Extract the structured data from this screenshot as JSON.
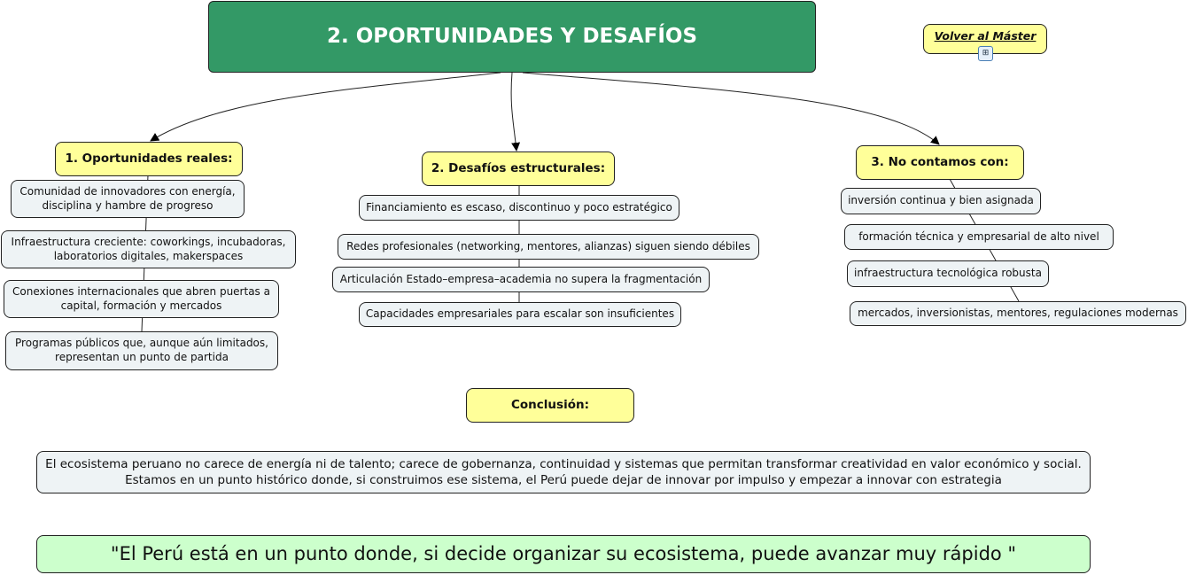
{
  "title": "2. OPORTUNIDADES Y DESAFÍOS",
  "volver": {
    "label": "Volver al Máster",
    "icon": "concept-map-icon"
  },
  "oportunidades": {
    "label": "1. Oportunidades reales:",
    "items": [
      "Comunidad de innovadores con energía, disciplina y hambre de progreso",
      "Infraestructura creciente: coworkings, incubadoras, laboratorios digitales, makerspaces",
      "Conexiones internacionales que abren puertas a capital, formación y mercados",
      "Programas públicos que, aunque aún limitados, representan un punto de partida"
    ]
  },
  "desafios": {
    "label": "2. Desafíos estructurales:",
    "items": [
      "Financiamiento es escaso, discontinuo y poco estratégico",
      "Redes profesionales (networking, mentores, alianzas) siguen siendo débiles",
      "Articulación Estado–empresa–academia no supera la fragmentación",
      "Capacidades empresariales para escalar son insuficientes"
    ]
  },
  "no_contamos": {
    "label": "3. No contamos con:",
    "items": [
      "inversión continua y bien asignada",
      "formación técnica y empresarial de alto nivel",
      "infraestructura tecnológica robusta",
      "mercados, inversionistas, mentores, regulaciones modernas"
    ]
  },
  "conclusion": {
    "label": "Conclusión:",
    "text": "El ecosistema peruano no carece de energía ni de talento; carece de gobernanza, continuidad y sistemas que permitan transformar creatividad en valor económico y social. Estamos en un punto histórico donde, si construimos ese sistema, el Perú puede dejar de innovar por impulso y empezar a innovar con estrategia"
  },
  "quote": "\"El Perú está en un punto donde, si decide organizar su ecosistema, puede avanzar muy rápido \""
}
